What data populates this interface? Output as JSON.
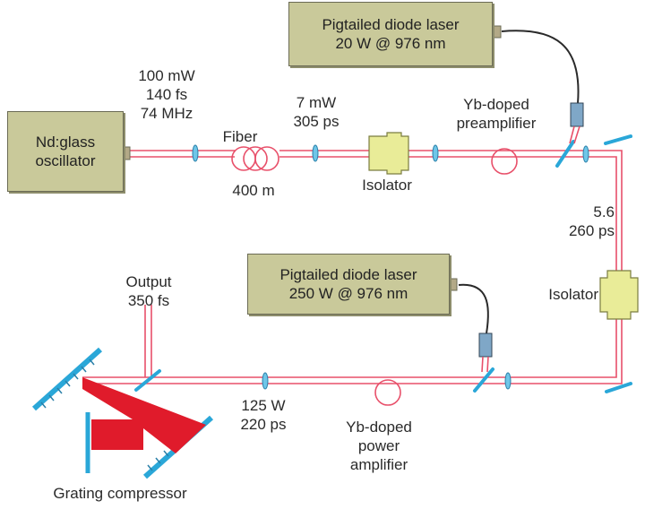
{
  "components": {
    "oscillator": {
      "line1": "Nd:glass",
      "line2": "oscillator"
    },
    "pump_laser_1": {
      "line1": "Pigtailed diode laser",
      "line2": "20 W @ 976 nm"
    },
    "pump_laser_2": {
      "line1": "Pigtailed diode laser",
      "line2": "250 W @ 976 nm"
    }
  },
  "labels": {
    "osc_power": "100 mW",
    "osc_duration": "140 fs",
    "osc_rate": "74 MHz",
    "fiber": "Fiber",
    "fiber_length": "400 m",
    "stretched_power": "7 mW",
    "stretched_duration": "305 ps",
    "isolator_1": "Isolator",
    "preamp_line1": "Yb-doped",
    "preamp_line2": "preamplifier",
    "preamp_out_power": "5.6",
    "preamp_out_duration": "260 ps",
    "isolator_2": "Isolator",
    "output_line1": "Output",
    "output_line2": "350 fs",
    "amp_power": "125 W",
    "amp_duration": "220 ps",
    "power_amp_line1": "Yb-doped",
    "power_amp_line2": "power",
    "power_amp_line3": "amplifier",
    "compressor": "Grating compressor"
  },
  "colors": {
    "beam": "#e8506a",
    "beam_light": "#f6b3bf",
    "mirror": "#2aa7d8",
    "lens": "#6fc6e8",
    "box_fill": "#c9c99a",
    "isolator_fill": "#e9ec98",
    "compressed_beam": "#e01b2b",
    "fiber_cable": "#2a2a2a",
    "coupler": "#7fa7c7"
  }
}
